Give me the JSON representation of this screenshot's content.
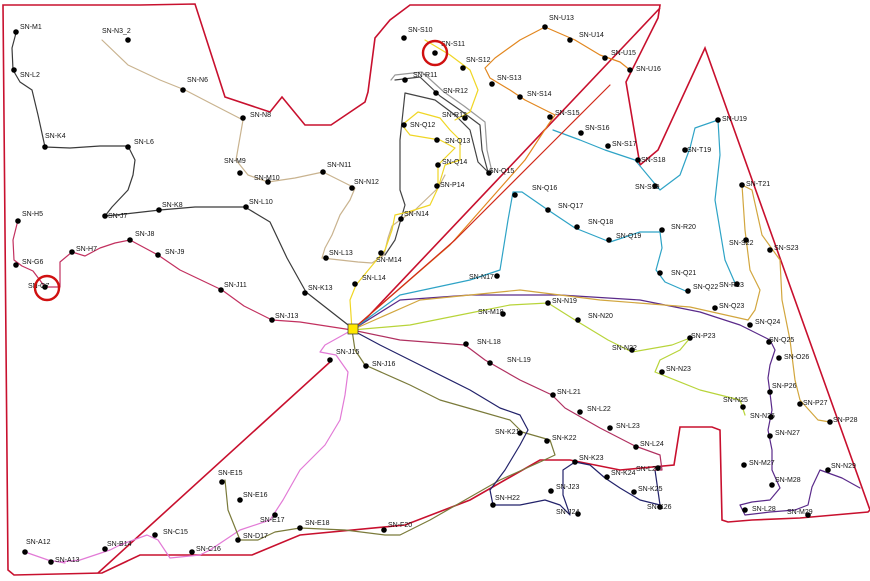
{
  "map": {
    "colors": {
      "boundary": "#c8102e",
      "hub_fill": "#ffe800",
      "hub_stroke": "#444444",
      "highlight_circle": "#d01010",
      "node": "#000000"
    },
    "hub_label": "",
    "nodes": [
      {
        "id": "SN-M1",
        "lx": 1,
        "ly": 1
      },
      {
        "id": "SN-N3_2",
        "lx": 1,
        "ly": 1
      },
      {
        "id": "SN-L2",
        "lx": 1,
        "ly": 1
      },
      {
        "id": "SN-N6",
        "lx": 1,
        "ly": 1
      },
      {
        "id": "SN-N8",
        "lx": 1,
        "ly": 1
      },
      {
        "id": "SN-K4",
        "lx": 1,
        "ly": 1
      },
      {
        "id": "SN-L6",
        "lx": 1,
        "ly": 1
      },
      {
        "id": "SN-M9",
        "lx": 1,
        "ly": 1
      },
      {
        "id": "SN-M10",
        "lx": 1,
        "ly": 1
      },
      {
        "id": "SN-N11",
        "lx": 1,
        "ly": 1
      },
      {
        "id": "SN-N12",
        "lx": 1,
        "ly": 1
      },
      {
        "id": "SN-K8",
        "lx": 1,
        "ly": 1
      },
      {
        "id": "SN-L10",
        "lx": 1,
        "ly": 1
      },
      {
        "id": "SN-J7",
        "lx": 1,
        "ly": 1
      },
      {
        "id": "SN-H5",
        "lx": 1,
        "ly": 1
      },
      {
        "id": "SN-H7",
        "lx": 1,
        "ly": 1
      },
      {
        "id": "SN-J8",
        "lx": 1,
        "ly": 1
      },
      {
        "id": "SN-J9",
        "lx": 1,
        "ly": 1
      },
      {
        "id": "SN-G6",
        "lx": 1,
        "ly": 1
      },
      {
        "id": "SN-G7",
        "lx": 1,
        "ly": 1
      },
      {
        "id": "SN-J11",
        "lx": 1,
        "ly": 1
      },
      {
        "id": "SN-K13",
        "lx": 1,
        "ly": 1
      },
      {
        "id": "SN-J13",
        "lx": 1,
        "ly": 1
      },
      {
        "id": "SN-L13",
        "lx": 1,
        "ly": 1
      },
      {
        "id": "SN-M14",
        "lx": 1,
        "ly": 1
      },
      {
        "id": "SN-L14",
        "lx": 1,
        "ly": 1
      },
      {
        "id": "SN-N14",
        "lx": 1,
        "ly": 1
      },
      {
        "id": "SN-P14",
        "lx": 1,
        "ly": 1
      },
      {
        "id": "SN-Q14",
        "lx": 1,
        "ly": 1
      },
      {
        "id": "SN-Q15",
        "lx": 1,
        "ly": 1
      },
      {
        "id": "SN-Q13",
        "lx": 1,
        "ly": 1
      },
      {
        "id": "SN-Q12",
        "lx": 1,
        "ly": 1
      },
      {
        "id": "SN-R13",
        "lx": 1,
        "ly": 1
      },
      {
        "id": "SN-R12",
        "lx": 1,
        "ly": 1
      },
      {
        "id": "SN-R11",
        "lx": 1,
        "ly": 1
      },
      {
        "id": "SN-S10",
        "lx": 1,
        "ly": 1
      },
      {
        "id": "SN-S11",
        "lx": 1,
        "ly": 1
      },
      {
        "id": "SN-S12",
        "lx": 1,
        "ly": 1
      },
      {
        "id": "SN-S13",
        "lx": 1,
        "ly": 1
      },
      {
        "id": "SN-S14",
        "lx": 1,
        "ly": 1
      },
      {
        "id": "SN-S15",
        "lx": 1,
        "ly": 1
      },
      {
        "id": "SN-S16",
        "lx": 1,
        "ly": 1
      },
      {
        "id": "SN-S17",
        "lx": 1,
        "ly": 1
      },
      {
        "id": "SN-S18",
        "lx": 1,
        "ly": 1
      },
      {
        "id": "SN-S19",
        "lx": 1,
        "ly": 1
      },
      {
        "id": "SN-T19",
        "lx": 1,
        "ly": 1
      },
      {
        "id": "SN-U13",
        "lx": 1,
        "ly": 1
      },
      {
        "id": "SN-U14",
        "lx": 1,
        "ly": 1
      },
      {
        "id": "SN-U15",
        "lx": 1,
        "ly": 1
      },
      {
        "id": "SN-U16",
        "lx": 1,
        "ly": 1
      },
      {
        "id": "SN-U19",
        "lx": 1,
        "ly": 1
      },
      {
        "id": "SN-T21",
        "lx": 1,
        "ly": 1
      },
      {
        "id": "SN-S22",
        "lx": 1,
        "ly": 1
      },
      {
        "id": "SN-S23",
        "lx": 1,
        "ly": 1
      },
      {
        "id": "SN-R23",
        "lx": 1,
        "ly": 1
      },
      {
        "id": "SN-Q16",
        "lx": 1,
        "ly": 1
      },
      {
        "id": "SN-Q17",
        "lx": 1,
        "ly": 1
      },
      {
        "id": "SN-Q18",
        "lx": 1,
        "ly": 1
      },
      {
        "id": "SN-Q19",
        "lx": 1,
        "ly": 1
      },
      {
        "id": "SN-R20",
        "lx": 1,
        "ly": 1
      },
      {
        "id": "SN-Q21",
        "lx": 1,
        "ly": 1
      },
      {
        "id": "SN-Q22",
        "lx": 1,
        "ly": 1
      },
      {
        "id": "SN-Q23",
        "lx": 1,
        "ly": 1
      },
      {
        "id": "SN-Q24",
        "lx": 1,
        "ly": 1
      },
      {
        "id": "SN-Q25",
        "lx": 1,
        "ly": 1
      },
      {
        "id": "SN-O26",
        "lx": 1,
        "ly": 1
      },
      {
        "id": "SN-N17",
        "lx": 1,
        "ly": 1
      },
      {
        "id": "SN-N19",
        "lx": 1,
        "ly": 1
      },
      {
        "id": "SN-M18",
        "lx": 1,
        "ly": 1
      },
      {
        "id": "SN-N20",
        "lx": 1,
        "ly": 1
      },
      {
        "id": "SN-N22",
        "lx": 1,
        "ly": 1
      },
      {
        "id": "SN-P23",
        "lx": 1,
        "ly": 1
      },
      {
        "id": "SN-N23",
        "lx": 1,
        "ly": 1
      },
      {
        "id": "SN-N25",
        "lx": 1,
        "ly": 1
      },
      {
        "id": "SN-N26",
        "lx": 1,
        "ly": 1
      },
      {
        "id": "SN-P26",
        "lx": 1,
        "ly": 1
      },
      {
        "id": "SN-P27",
        "lx": 1,
        "ly": 1
      },
      {
        "id": "SN-P28",
        "lx": 1,
        "ly": 1
      },
      {
        "id": "SN-N27",
        "lx": 1,
        "ly": 1
      },
      {
        "id": "SN-M27",
        "lx": 1,
        "ly": 1
      },
      {
        "id": "SN-M28",
        "lx": 1,
        "ly": 1
      },
      {
        "id": "SN-N29",
        "lx": 1,
        "ly": 1
      },
      {
        "id": "SN-M29",
        "lx": 1,
        "ly": 1
      },
      {
        "id": "SN-L28",
        "lx": 1,
        "ly": 1
      },
      {
        "id": "SN-L18",
        "lx": 1,
        "ly": 1
      },
      {
        "id": "SN-L19",
        "lx": 1,
        "ly": 1
      },
      {
        "id": "SN-L21",
        "lx": 1,
        "ly": 1
      },
      {
        "id": "SN-L22",
        "lx": 1,
        "ly": 1
      },
      {
        "id": "SN-L23",
        "lx": 1,
        "ly": 1
      },
      {
        "id": "SN-L24",
        "lx": 1,
        "ly": 1
      },
      {
        "id": "SN-L25",
        "lx": 1,
        "ly": 1
      },
      {
        "id": "SN-J15",
        "lx": 1,
        "ly": 1
      },
      {
        "id": "SN-J16",
        "lx": 1,
        "ly": 1
      },
      {
        "id": "SN-K21",
        "lx": 1,
        "ly": 1
      },
      {
        "id": "SN-K22",
        "lx": 1,
        "ly": 1
      },
      {
        "id": "SN-K23",
        "lx": 1,
        "ly": 1
      },
      {
        "id": "SN-K24",
        "lx": 1,
        "ly": 1
      },
      {
        "id": "SN-K25",
        "lx": 1,
        "ly": 1
      },
      {
        "id": "SN-K26",
        "lx": 1,
        "ly": 1
      },
      {
        "id": "SN-J23",
        "lx": 1,
        "ly": 1
      },
      {
        "id": "SN-J24",
        "lx": 1,
        "ly": 1
      },
      {
        "id": "SN-H22",
        "lx": 1,
        "ly": 1
      },
      {
        "id": "SN-E15",
        "lx": 1,
        "ly": 1
      },
      {
        "id": "SN-E16",
        "lx": 1,
        "ly": 1
      },
      {
        "id": "SN-E17",
        "lx": 1,
        "ly": 1
      },
      {
        "id": "SN-E18",
        "lx": 1,
        "ly": 1
      },
      {
        "id": "SN-D17",
        "lx": 1,
        "ly": 1
      },
      {
        "id": "SN-F20",
        "lx": 1,
        "ly": 1
      },
      {
        "id": "SN-C15",
        "lx": 1,
        "ly": 1
      },
      {
        "id": "SN-C16",
        "lx": 1,
        "ly": 1
      },
      {
        "id": "SN-B14",
        "lx": 1,
        "ly": 1
      },
      {
        "id": "SN-A12",
        "lx": 1,
        "ly": 1
      },
      {
        "id": "SN-A13",
        "lx": 1,
        "ly": 1
      }
    ],
    "highlighted": [
      "SN-S11",
      "SN-G7"
    ]
  }
}
